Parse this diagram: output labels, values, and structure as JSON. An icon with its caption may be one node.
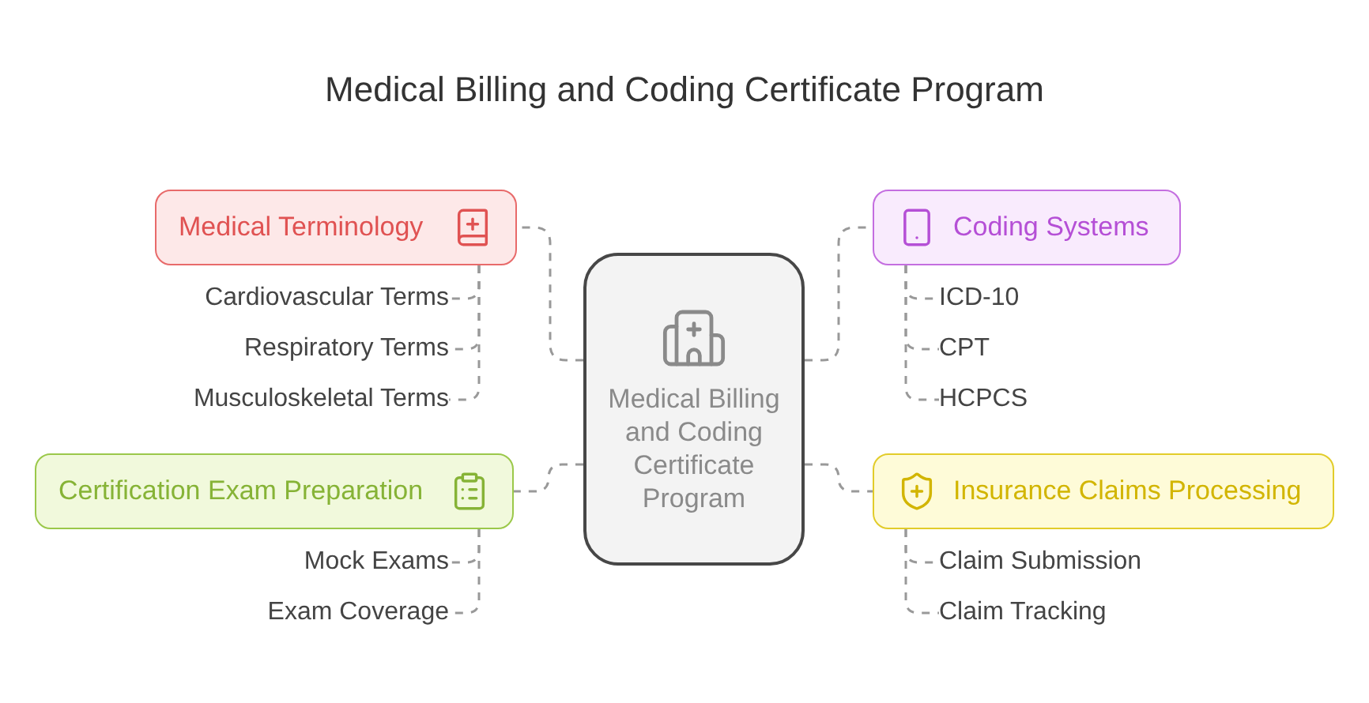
{
  "diagram": {
    "title": "Medical Billing and Coding Certificate Program",
    "nodes": [
      {
        "text": [
          "Medical Billing and Coding Certificate Program"
        ]
      },
      {
        "text": [
          "Medical Terminology"
        ]
      },
      {
        "text": [
          "Cardiovascular Terms"
        ]
      },
      {
        "text": [
          "Respiratory Terms"
        ]
      },
      {
        "text": [
          "Musculoskeletal Terms"
        ]
      },
      {
        "text": [
          "Coding Systems"
        ]
      },
      {
        "text": [
          "ICD-10"
        ]
      },
      {
        "text": [
          "CPT"
        ]
      },
      {
        "text": [
          "HCPCS"
        ]
      },
      {
        "text": [
          "Certification Exam Preparation"
        ]
      },
      {
        "text": [
          "Mock Exams"
        ]
      },
      {
        "text": [
          "Exam Coverage"
        ]
      },
      {
        "text": [
          "Insurance Claims Processing"
        ]
      },
      {
        "text": [
          "Claim Submission"
        ]
      },
      {
        "text": [
          "Claim Tracking"
        ]
      }
    ],
    "edges": [
      {
        "from": 0,
        "to": 1,
        "arrow": "none",
        "style": "dashed"
      },
      {
        "from": 0,
        "to": 5,
        "arrow": "none",
        "style": "dashed"
      },
      {
        "from": 0,
        "to": 9,
        "arrow": "none",
        "style": "dashed"
      },
      {
        "from": 0,
        "to": 12,
        "arrow": "none",
        "style": "dashed"
      },
      {
        "from": 1,
        "to": 2,
        "arrow": "none",
        "style": "dashed"
      },
      {
        "from": 1,
        "to": 3,
        "arrow": "none",
        "style": "dashed"
      },
      {
        "from": 1,
        "to": 4,
        "arrow": "none",
        "style": "dashed"
      },
      {
        "from": 5,
        "to": 6,
        "arrow": "none",
        "style": "dashed"
      },
      {
        "from": 5,
        "to": 7,
        "arrow": "none",
        "style": "dashed"
      },
      {
        "from": 5,
        "to": 8,
        "arrow": "none",
        "style": "dashed"
      },
      {
        "from": 9,
        "to": 10,
        "arrow": "none",
        "style": "dashed"
      },
      {
        "from": 9,
        "to": 11,
        "arrow": "none",
        "style": "dashed"
      },
      {
        "from": 12,
        "to": 13,
        "arrow": "none",
        "style": "dashed"
      },
      {
        "from": 12,
        "to": 14,
        "arrow": "none",
        "style": "dashed"
      }
    ]
  }
}
